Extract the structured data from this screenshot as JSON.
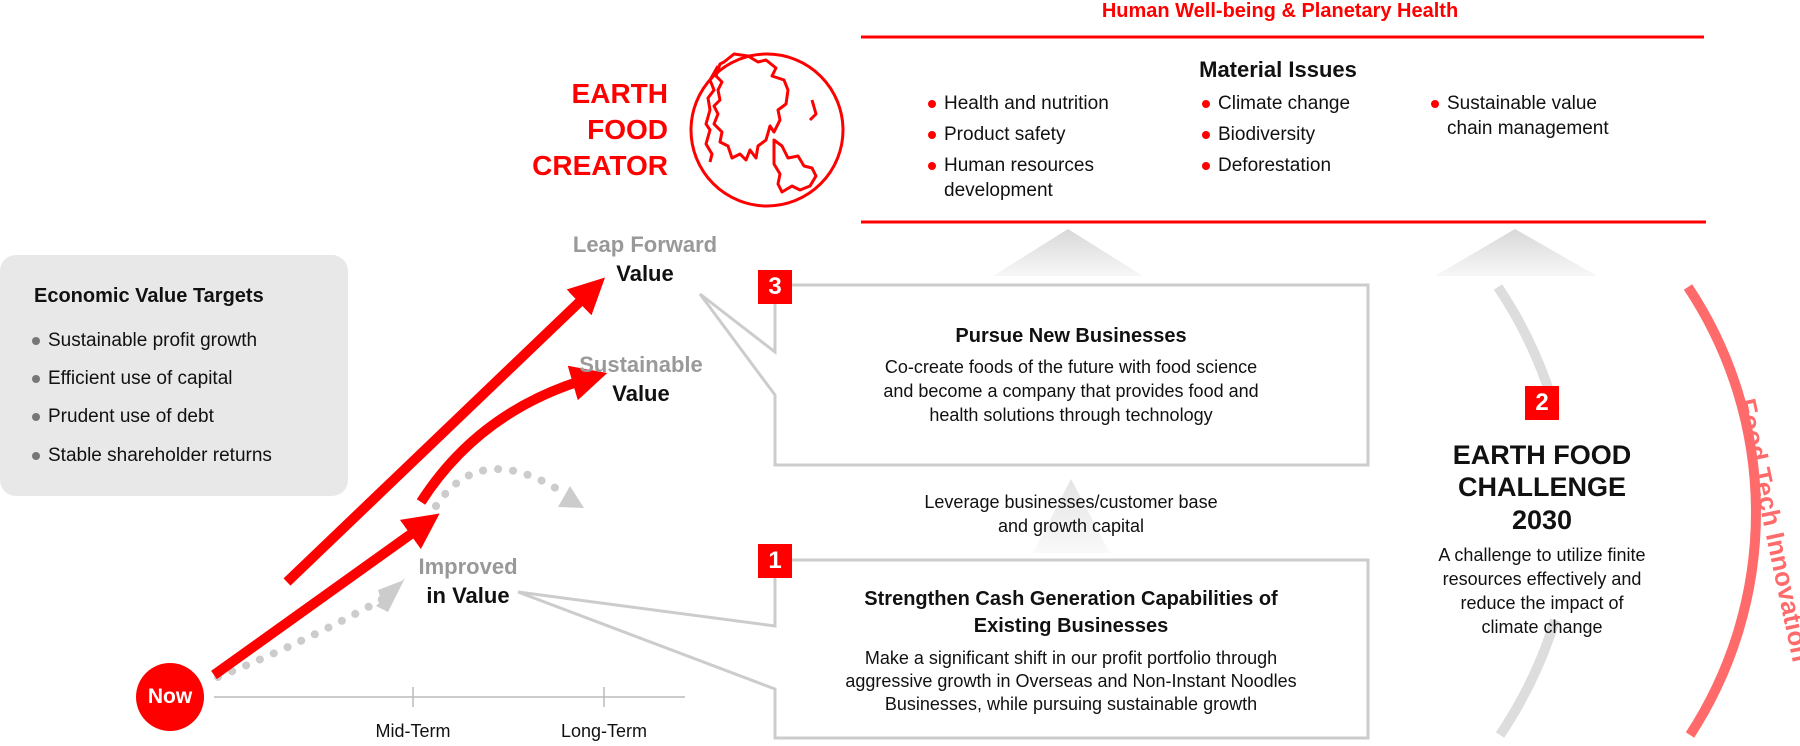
{
  "header": {
    "title": "Human Well-being & Planetary Health"
  },
  "brand": {
    "line1": "EARTH",
    "line2": "FOOD",
    "line3": "CREATOR",
    "globe_icon": "globe-icon"
  },
  "material_issues": {
    "title": "Material Issues",
    "col1": [
      "Health and nutrition",
      "Product safety",
      "Human resources",
      "development"
    ],
    "col2": [
      "Climate change",
      "Biodiversity",
      "Deforestation"
    ],
    "col3": [
      "Sustainable value",
      "chain management"
    ]
  },
  "economic_targets": {
    "title": "Economic Value Targets",
    "items": [
      "Sustainable profit growth",
      "Efficient use of capital",
      "Prudent use of debt",
      "Stable shareholder returns"
    ]
  },
  "value_labels": {
    "leap_top": "Leap Forward",
    "leap_bottom": "Value",
    "sustainable_top": "Sustainable",
    "sustainable_bottom": "Value",
    "improved_top": "Improved",
    "improved_bottom": "in Value"
  },
  "timeline": {
    "now": "Now",
    "mid": "Mid-Term",
    "long": "Long-Term"
  },
  "box3": {
    "badge": "3",
    "title": "Pursue New Businesses",
    "lines": [
      "Co-create foods of the future with food science",
      "and become a company that provides food and",
      "health solutions through technology"
    ]
  },
  "leverage": {
    "lines": [
      "Leverage businesses/customer base",
      "and growth capital"
    ]
  },
  "box1": {
    "badge": "1",
    "title_lines": [
      "Strengthen Cash Generation Capabilities of",
      "Existing Businesses"
    ],
    "lines": [
      "Make a significant shift in our profit portfolio through",
      "aggressive growth in Overseas and Non-Instant Noodles",
      "Businesses, while pursuing sustainable growth"
    ]
  },
  "challenge": {
    "badge": "2",
    "title_lines": [
      "EARTH FOOD",
      "CHALLENGE",
      "2030"
    ],
    "lines": [
      "A challenge to utilize finite",
      "resources effectively and",
      "reduce the impact of",
      "climate change"
    ]
  },
  "arc_label": "Food Tech Innovation",
  "colors": {
    "accent": "#ff0000",
    "arc": "#ff6b6b",
    "gray": "#cccccc",
    "panel": "#e8e8e8"
  }
}
